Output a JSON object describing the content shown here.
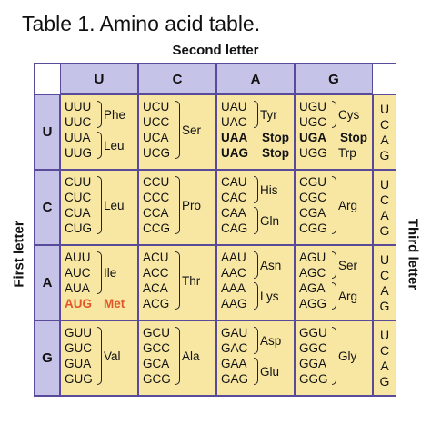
{
  "title": "Table 1. Amino acid table.",
  "axes": {
    "second": "Second letter",
    "first": "First letter",
    "third": "Third letter"
  },
  "second_letters": [
    "U",
    "C",
    "A",
    "G"
  ],
  "first_letters": [
    "U",
    "C",
    "A",
    "G"
  ],
  "third_letters": [
    "U",
    "C",
    "A",
    "G"
  ],
  "colors": {
    "header": "#c6c3e8",
    "cell": "#f8e7a3",
    "start": "#e2562a",
    "border": "#5a4a9a"
  },
  "rows": [
    {
      "first": "U",
      "cells": [
        {
          "codons": [
            "UUU",
            "UUC",
            "UUA",
            "UUG"
          ],
          "groups": [
            {
              "label": "Phe",
              "rows": [
                0,
                1
              ]
            },
            {
              "label": "Leu",
              "rows": [
                2,
                3
              ]
            }
          ]
        },
        {
          "codons": [
            "UCU",
            "UCC",
            "UCA",
            "UCG"
          ],
          "groups": [
            {
              "label": "Ser",
              "rows": [
                0,
                3
              ]
            }
          ]
        },
        {
          "codons": [
            "UAU",
            "UAC",
            "UAA",
            "UAG"
          ],
          "bold_rows": [
            2,
            3
          ],
          "groups": [
            {
              "label": "Tyr",
              "rows": [
                0,
                1
              ]
            }
          ],
          "plain": [
            {
              "row": 2,
              "label": "Stop",
              "style": "bold"
            },
            {
              "row": 3,
              "label": "Stop",
              "style": "bold"
            }
          ]
        },
        {
          "codons": [
            "UGU",
            "UGC",
            "UGA",
            "UGG"
          ],
          "bold_rows": [
            2
          ],
          "groups": [
            {
              "label": "Cys",
              "rows": [
                0,
                1
              ]
            }
          ],
          "plain": [
            {
              "row": 2,
              "label": "Stop",
              "style": "bold"
            },
            {
              "row": 3,
              "label": "Trp",
              "style": "normal"
            }
          ]
        }
      ]
    },
    {
      "first": "C",
      "cells": [
        {
          "codons": [
            "CUU",
            "CUC",
            "CUA",
            "CUG"
          ],
          "groups": [
            {
              "label": "Leu",
              "rows": [
                0,
                3
              ]
            }
          ]
        },
        {
          "codons": [
            "CCU",
            "CCC",
            "CCA",
            "CCG"
          ],
          "groups": [
            {
              "label": "Pro",
              "rows": [
                0,
                3
              ]
            }
          ]
        },
        {
          "codons": [
            "CAU",
            "CAC",
            "CAA",
            "CAG"
          ],
          "groups": [
            {
              "label": "His",
              "rows": [
                0,
                1
              ]
            },
            {
              "label": "Gln",
              "rows": [
                2,
                3
              ]
            }
          ]
        },
        {
          "codons": [
            "CGU",
            "CGC",
            "CGA",
            "CGG"
          ],
          "groups": [
            {
              "label": "Arg",
              "rows": [
                0,
                3
              ]
            }
          ]
        }
      ]
    },
    {
      "first": "A",
      "cells": [
        {
          "codons": [
            "AUU",
            "AUC",
            "AUA",
            "AUG"
          ],
          "red_rows": [
            3
          ],
          "groups": [
            {
              "label": "Ile",
              "rows": [
                0,
                2
              ]
            }
          ],
          "plain": [
            {
              "row": 3,
              "label": "Met",
              "style": "red"
            }
          ]
        },
        {
          "codons": [
            "ACU",
            "ACC",
            "ACA",
            "ACG"
          ],
          "groups": [
            {
              "label": "Thr",
              "rows": [
                0,
                3
              ]
            }
          ]
        },
        {
          "codons": [
            "AAU",
            "AAC",
            "AAA",
            "AAG"
          ],
          "groups": [
            {
              "label": "Asn",
              "rows": [
                0,
                1
              ]
            },
            {
              "label": "Lys",
              "rows": [
                2,
                3
              ]
            }
          ]
        },
        {
          "codons": [
            "AGU",
            "AGC",
            "AGA",
            "AGG"
          ],
          "groups": [
            {
              "label": "Ser",
              "rows": [
                0,
                1
              ]
            },
            {
              "label": "Arg",
              "rows": [
                2,
                3
              ]
            }
          ]
        }
      ]
    },
    {
      "first": "G",
      "cells": [
        {
          "codons": [
            "GUU",
            "GUC",
            "GUA",
            "GUG"
          ],
          "groups": [
            {
              "label": "Val",
              "rows": [
                0,
                3
              ]
            }
          ]
        },
        {
          "codons": [
            "GCU",
            "GCC",
            "GCA",
            "GCG"
          ],
          "groups": [
            {
              "label": "Ala",
              "rows": [
                0,
                3
              ]
            }
          ]
        },
        {
          "codons": [
            "GAU",
            "GAC",
            "GAA",
            "GAG"
          ],
          "groups": [
            {
              "label": "Asp",
              "rows": [
                0,
                1
              ]
            },
            {
              "label": "Glu",
              "rows": [
                2,
                3
              ]
            }
          ]
        },
        {
          "codons": [
            "GGU",
            "GGC",
            "GGA",
            "GGG"
          ],
          "groups": [
            {
              "label": "Gly",
              "rows": [
                0,
                3
              ]
            }
          ]
        }
      ]
    }
  ]
}
